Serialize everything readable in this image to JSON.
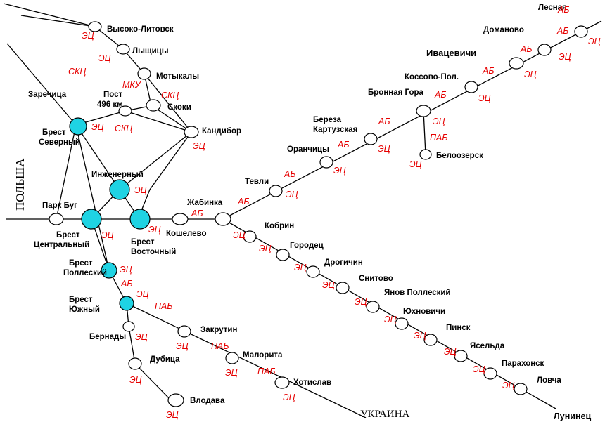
{
  "country_labels": {
    "poland": "ПОЛЬША",
    "ukraine": "УКРАИНА"
  },
  "regions": {
    "ivatsevichi": "Ивацевичи",
    "luninets": "Лунинец"
  },
  "stations": {
    "vysoko_litovsk": "Высоко-Литовск",
    "lyshchitsy": "Лыщицы",
    "motykaly": "Мотыкалы",
    "zarechitsa": "Заречица",
    "post_496_l1": "Пост",
    "post_496_l2": "496 км",
    "skoki": "Скоки",
    "kandibor": "Кандибор",
    "brest_sev_l1": "Брест",
    "brest_sev_l2": "Северный",
    "inzhenerny": "Инженерный",
    "park_bug": "Парк Буг",
    "brest_centr_l1": "Брест",
    "brest_centr_l2": "Центральный",
    "brest_vost_l1": "Брест",
    "brest_vost_l2": "Восточный",
    "koshelevo": "Кошелево",
    "zhabinka": "Жабинка",
    "tevli": "Тевли",
    "oranchitsy": "Оранчицы",
    "bereza_l1": "Береза",
    "bereza_l2": "Картузская",
    "bronnaya_gora": "Бронная Гора",
    "kossovo": "Коссово-Пол.",
    "domanovo": "Доманово",
    "lesnaya": "Лесная",
    "beloozersk": "Белоозерск",
    "kobrin": "Кобрин",
    "gorodets": "Городец",
    "drogichin": "Дрогичин",
    "snitovo": "Снитово",
    "yanov": "Янов Поллеский",
    "yukhnovichi": "Юхновичи",
    "pinsk": "Пинск",
    "yaselda": "Ясельда",
    "parakhonsk": "Парахонск",
    "lovcha": "Ловча",
    "brest_pol_l1": "Брест",
    "brest_pol_l2": "Поллеский",
    "brest_yuzh_l1": "Брест",
    "brest_yuzh_l2": "Южный",
    "bernady": "Бернады",
    "dubitsa": "Дубица",
    "vlodava": "Влодава",
    "zakrutin": "Закрутин",
    "malorita": "Малорита",
    "khotislav": "Хотислав"
  },
  "signaling_labels": [
    {
      "id": "s01",
      "text": "ЭЦ"
    },
    {
      "id": "s02",
      "text": "ЭЦ"
    },
    {
      "id": "s03",
      "text": "СКЦ"
    },
    {
      "id": "s04",
      "text": "МКУ"
    },
    {
      "id": "s05",
      "text": "СКЦ"
    },
    {
      "id": "s06",
      "text": "СКЦ"
    },
    {
      "id": "s07",
      "text": "ЭЦ"
    },
    {
      "id": "s08",
      "text": "ЭЦ"
    },
    {
      "id": "s09",
      "text": "ЭЦ"
    },
    {
      "id": "s10",
      "text": "ЭЦ"
    },
    {
      "id": "s11",
      "text": "ЭЦ"
    },
    {
      "id": "s12",
      "text": "АБ"
    },
    {
      "id": "s13",
      "text": "АБ"
    },
    {
      "id": "s14",
      "text": "ЭЦ"
    },
    {
      "id": "s15",
      "text": "АБ"
    },
    {
      "id": "s16",
      "text": "ЭЦ"
    },
    {
      "id": "s17",
      "text": "АБ"
    },
    {
      "id": "s18",
      "text": "ЭЦ"
    },
    {
      "id": "s19",
      "text": "АБ"
    },
    {
      "id": "s20",
      "text": "ЭЦ"
    },
    {
      "id": "s21",
      "text": "АБ"
    },
    {
      "id": "s22",
      "text": "ЭЦ"
    },
    {
      "id": "s23",
      "text": "ПАБ"
    },
    {
      "id": "s24",
      "text": "ЭЦ"
    },
    {
      "id": "s25",
      "text": "АБ"
    },
    {
      "id": "s26",
      "text": "ЭЦ"
    },
    {
      "id": "s27",
      "text": "АБ"
    },
    {
      "id": "s28",
      "text": "ЭЦ"
    },
    {
      "id": "s29",
      "text": "АБ"
    },
    {
      "id": "s30",
      "text": "ЭЦ"
    },
    {
      "id": "s31",
      "text": "АБ"
    },
    {
      "id": "s32",
      "text": "ЭЦ"
    },
    {
      "id": "s33",
      "text": "ЭЦ"
    },
    {
      "id": "s34",
      "text": "ЭЦ"
    },
    {
      "id": "s35",
      "text": "ЭЦ"
    },
    {
      "id": "s36",
      "text": "ЭЦ"
    },
    {
      "id": "s37",
      "text": "ЭЦ"
    },
    {
      "id": "s38",
      "text": "ЭЦ"
    },
    {
      "id": "s39",
      "text": "ЭЦ"
    },
    {
      "id": "s40",
      "text": "ЭЦ"
    },
    {
      "id": "s41",
      "text": "ЭЦ"
    },
    {
      "id": "s42",
      "text": "ЭЦ"
    },
    {
      "id": "s43",
      "text": "ЭЦ"
    },
    {
      "id": "s44",
      "text": "АБ"
    },
    {
      "id": "s45",
      "text": "ЭЦ"
    },
    {
      "id": "s46",
      "text": "ПАБ"
    },
    {
      "id": "s47",
      "text": "ЭЦ"
    },
    {
      "id": "s48",
      "text": "ЭЦ"
    },
    {
      "id": "s49",
      "text": "ЭЦ"
    },
    {
      "id": "s50",
      "text": "ПАБ"
    },
    {
      "id": "s51",
      "text": "ЭЦ"
    },
    {
      "id": "s52",
      "text": "ПАБ"
    },
    {
      "id": "s53",
      "text": "ЭЦ"
    }
  ],
  "colors": {
    "junction": "#1fd3e3",
    "signal_text": "#e60000",
    "line": "#000000"
  }
}
